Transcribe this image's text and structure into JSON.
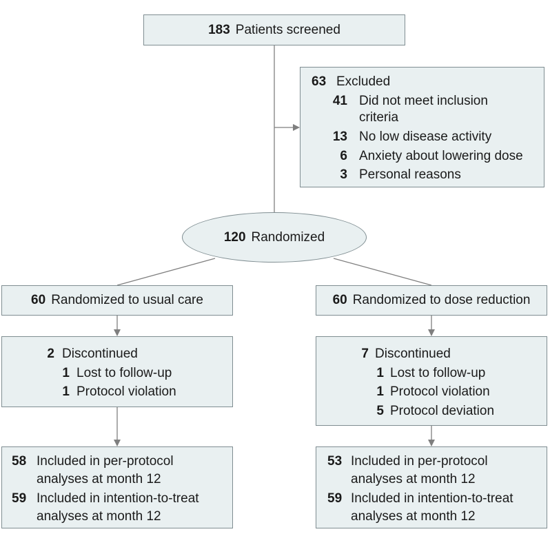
{
  "screened": {
    "count": "183",
    "label": "Patients screened"
  },
  "excluded": {
    "count": "63",
    "label": "Excluded",
    "reasons": [
      {
        "count": "41",
        "line1": "Did not meet inclusion",
        "line2": "criteria"
      },
      {
        "count": "13",
        "line1": "No low disease activity"
      },
      {
        "count": "6",
        "line1": "Anxiety about lowering dose"
      },
      {
        "count": "3",
        "line1": "Personal reasons"
      }
    ]
  },
  "randomized": {
    "count": "120",
    "label": "Randomized"
  },
  "arms": [
    {
      "alloc_count": "60",
      "alloc_label": "Randomized to usual care",
      "disc_count": "2",
      "disc_label": "Discontinued",
      "disc_reasons": [
        {
          "count": "1",
          "label": "Lost to follow-up"
        },
        {
          "count": "1",
          "label": "Protocol violation"
        }
      ],
      "analysis": [
        {
          "count": "58",
          "line1": "Included in per-protocol",
          "line2": "analyses at month 12"
        },
        {
          "count": "59",
          "line1": "Included in intention-to-treat",
          "line2": "analyses at month 12"
        }
      ]
    },
    {
      "alloc_count": "60",
      "alloc_label": "Randomized to dose reduction",
      "disc_count": "7",
      "disc_label": "Discontinued",
      "disc_reasons": [
        {
          "count": "1",
          "label": "Lost to follow-up"
        },
        {
          "count": "1",
          "label": "Protocol violation"
        },
        {
          "count": "5",
          "label": "Protocol deviation"
        }
      ],
      "analysis": [
        {
          "count": "53",
          "line1": "Included in per-protocol",
          "line2": "analyses at month 12"
        },
        {
          "count": "59",
          "line1": "Included in intention-to-treat",
          "line2": "analyses at month 12"
        }
      ]
    }
  ],
  "colors": {
    "box_fill": "#e9f0f1",
    "box_border": "#7f8d91",
    "line": "#7f7f7f"
  }
}
